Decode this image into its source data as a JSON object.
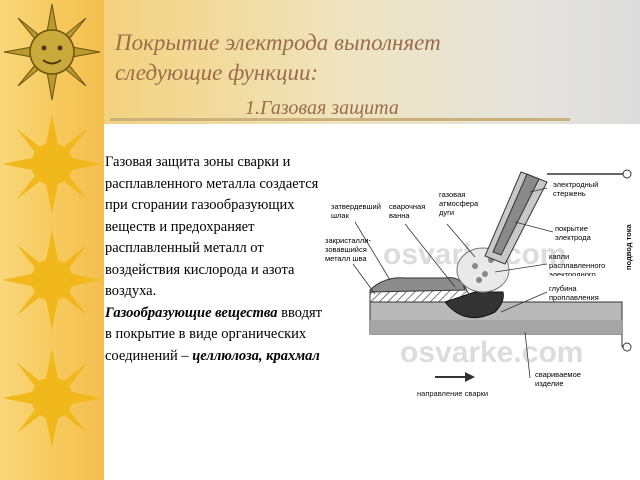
{
  "slide": {
    "title_line1": "Покрытие электрода выполняет",
    "title_line2": "следующие функции",
    "title_colon": ":",
    "subtitle": "1.Газовая  защита",
    "paragraph1": "Газовая защита зоны сварки и расплавленного металла создается при сгорании газообразующих веществ и предохраняет расплавленный металл от воздействия кислорода и азота воздуха.",
    "paragraph2_bold": "Газообразующие вещества",
    "paragraph2_mid": " вводят в покрытие в виде органических соединений – ",
    "paragraph2_bold_end": "целлюлоза, крахмал"
  },
  "diagram": {
    "labels": {
      "electrode_rod": "электродный стержень",
      "coating": "покрытие электрода",
      "gas_atmosphere": "газовая атмосфера дуги",
      "weld_pool": "сварочная ванна",
      "hardened_slag": "затвердевший шлак",
      "crystallized_weld": "закристалли-зовавшийся металл шва",
      "drops": "капли расплавленного электродного металла",
      "depth": "глубина проплавления",
      "current_supply": "подвод тока",
      "weld_direction": "направление сварки",
      "workpiece": "свариваемое изделие"
    },
    "watermark": "osvarke.com"
  },
  "colors": {
    "title": "#9c6b4a",
    "strip": "#f6c85a",
    "sun": "#f0b81a"
  }
}
